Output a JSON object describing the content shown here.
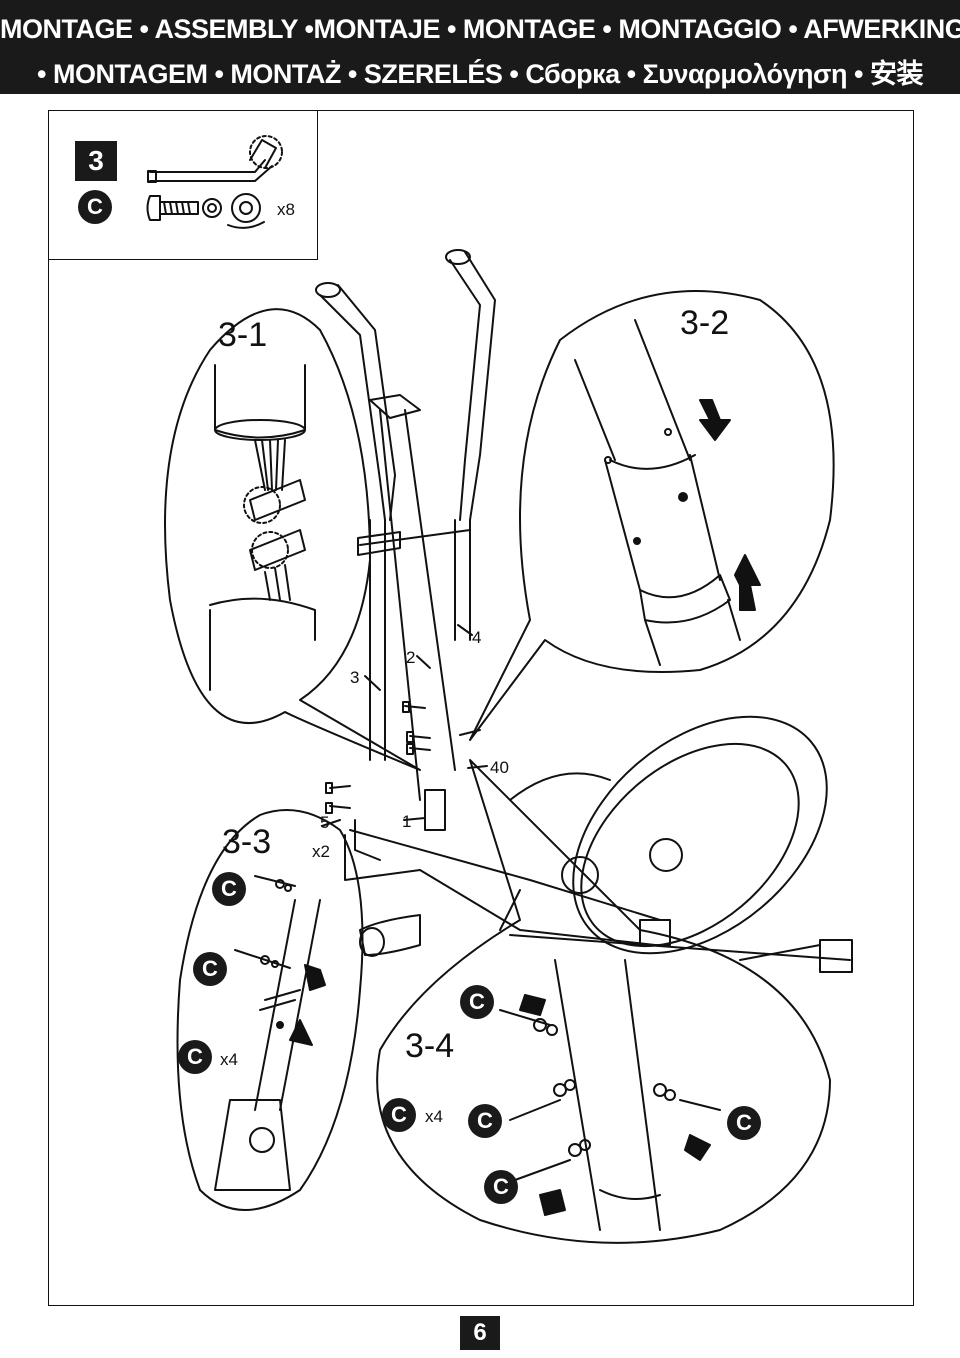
{
  "header": {
    "line1": "MONTAGE • ASSEMBLY •MONTAJE • MONTAGE • MONTAGGIO • AFWERKING",
    "line2": "• MONTAGEM • MONTAŻ • SZERELÉS • Сборка • Συναρμολόγηση • 安装"
  },
  "step": {
    "number": "3",
    "hardware_letter": "C",
    "hardware_qty": "x8"
  },
  "callouts": {
    "detail1": "3-1",
    "detail2": "3-2",
    "detail3": "3-3",
    "detail4": "3-4"
  },
  "detail3": {
    "badge1": "C",
    "badge2": "C",
    "badge3": "C",
    "qty": "x4",
    "qty_main": "x2"
  },
  "detail4": {
    "badge1": "C",
    "badge2": "C",
    "badge3": "C",
    "badge4": "C",
    "badge5": "C",
    "qty": "x4"
  },
  "part_numbers": {
    "p1": "1",
    "p2": "2",
    "p3": "3",
    "p4": "4",
    "p5": "5",
    "p40": "40"
  },
  "page": {
    "number": "6"
  }
}
